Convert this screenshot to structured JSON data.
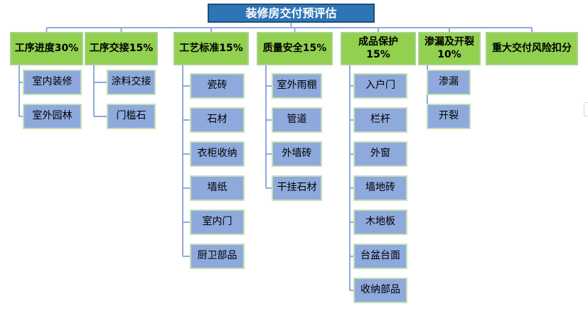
{
  "diagram": {
    "root": "装修房交付预评估",
    "branches": [
      {
        "label": "工序进度30%",
        "children": [
          "室内装修",
          "室外园林"
        ]
      },
      {
        "label": "工序交接15%",
        "children": [
          "涂料交接",
          "门槛石"
        ]
      },
      {
        "label": "工艺标准15%",
        "children": [
          "瓷砖",
          "石材",
          "衣柜收纳",
          "墙纸",
          "室内门",
          "厨卫部品"
        ]
      },
      {
        "label": "质量安全15%",
        "children": [
          "室外雨棚",
          "管道",
          "外墙砖",
          "干挂石材"
        ]
      },
      {
        "label": "成品保护\n15%",
        "children": [
          "入户门",
          "栏杆",
          "外窗",
          "墙地砖",
          "木地板",
          "台盆台面",
          "收纳部品"
        ]
      },
      {
        "label": "渗漏及开裂\n10%",
        "children": [
          "渗漏",
          "开裂"
        ]
      },
      {
        "label": "重大交付风险扣分",
        "children": []
      }
    ],
    "colors": {
      "root_fill": "#2e75b6",
      "root_text": "#ffffff",
      "branch_fill": "#92d050",
      "leaf_fill": "#8ea9db",
      "connector": "#8faadc"
    }
  }
}
